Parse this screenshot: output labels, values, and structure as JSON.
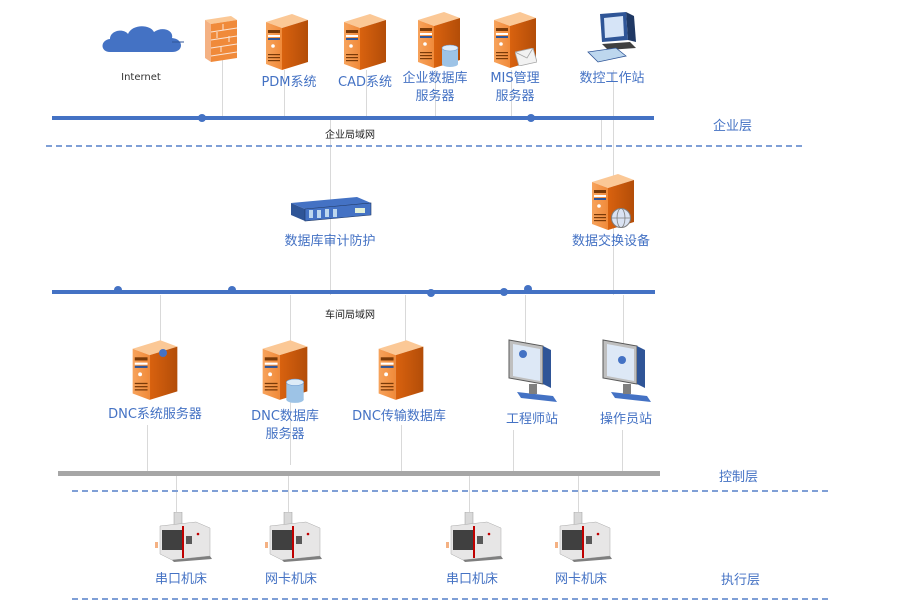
{
  "title": "DNC 网络架构",
  "enterprise": {
    "internet_label": "Internet",
    "nodes": [
      {
        "id": "pdm",
        "label": "PDM系统",
        "icon": "server-icon"
      },
      {
        "id": "cad",
        "label": "CAD系统",
        "icon": "server-icon"
      },
      {
        "id": "edb",
        "label_line1": "企业数据库",
        "label_line2": "服务器",
        "icon": "database-server-icon"
      },
      {
        "id": "mis",
        "label_line1": "MIS管理",
        "label_line2": "服务器",
        "icon": "mail-server-icon"
      },
      {
        "id": "cnc",
        "label": "数控工作站",
        "icon": "workstation-icon"
      }
    ],
    "firewall_icon": "firewall-icon",
    "lan_label": "企业局域网",
    "layer_label": "企业层"
  },
  "middle": {
    "audit_label": "数据库审计防护",
    "exchange_label": "数据交换设备",
    "lan_label": "车间局域网"
  },
  "control": {
    "nodes": [
      {
        "id": "dncsys",
        "label": "DNC系统服务器"
      },
      {
        "id": "dncdb",
        "label_line1": "DNC数据库",
        "label_line2": "服务器"
      },
      {
        "id": "dnctrans",
        "label": "DNC传输数据库"
      },
      {
        "id": "eng",
        "label": "工程师站"
      },
      {
        "id": "op",
        "label": "操作员站"
      }
    ],
    "layer_label": "控制层"
  },
  "execution": {
    "machines": [
      {
        "label": "串口机床"
      },
      {
        "label": "网卡机床"
      },
      {
        "label": "串口机床"
      },
      {
        "label": "网卡机床"
      }
    ],
    "layer_label": "执行层"
  },
  "colors": {
    "accent": "#4472c4",
    "server": "#e46c0a",
    "bus_gray": "#a6a6a6",
    "dash": "#7f9fd6"
  }
}
